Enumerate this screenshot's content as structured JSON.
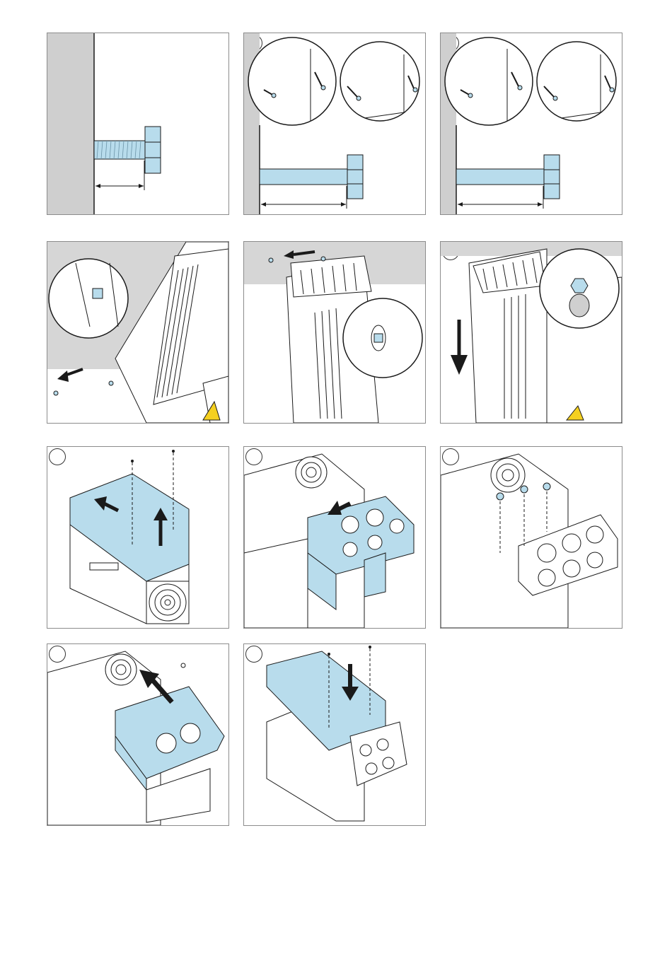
{
  "document": {
    "kind": "installation-illustration-sheet",
    "accent_color": "#b8dcec",
    "line_color": "#1a1a1a",
    "wall_color": "#cfcfcf"
  },
  "steps": [
    {
      "id": 1,
      "label": "",
      "content": "bolt-into-wall"
    },
    {
      "id": 2,
      "label": "",
      "content": "hex-bolt-long-with-detail-insets"
    },
    {
      "id": 3,
      "label": "",
      "content": "hex-bolt-long-with-detail-insets"
    },
    {
      "id": 4,
      "label": "",
      "content": "drive-tilted-remove-screws"
    },
    {
      "id": 5,
      "label": "",
      "content": "drive-hang-on-screws"
    },
    {
      "id": 6,
      "label": "",
      "content": "drive-slide-down-keyhole"
    },
    {
      "id": 7,
      "label": "",
      "content": "remove-front-cover"
    },
    {
      "id": 8,
      "label": "",
      "content": "attach-cable-bracket"
    },
    {
      "id": 9,
      "label": "",
      "content": "tighten-bracket-screws"
    },
    {
      "id": 10,
      "label": "",
      "content": "slide-on-cover"
    },
    {
      "id": 11,
      "label": "",
      "content": "refit-front-cover"
    }
  ]
}
